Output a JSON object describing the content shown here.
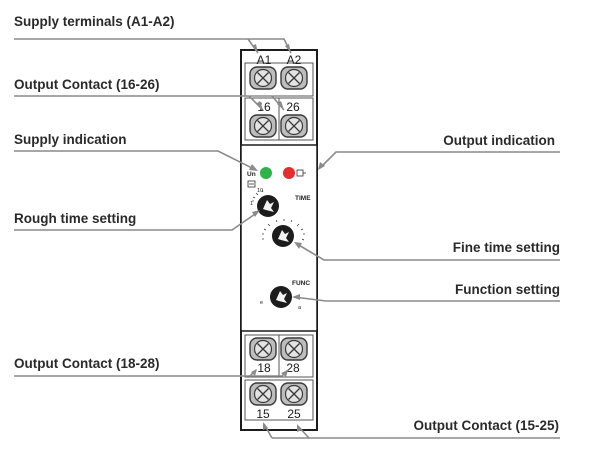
{
  "labels": {
    "supply_terminals": "Supply terminals (A1-A2)",
    "output_contact_16_26": "Output Contact (16-26)",
    "supply_indication": "Supply indication",
    "output_indication": "Output indication",
    "rough_time_setting": "Rough time setting",
    "fine_time_setting": "Fine time setting",
    "function_setting": "Function setting",
    "output_contact_18_28": "Output Contact (18-28)",
    "output_contact_15_25": "Output Contact (15-25)"
  },
  "terminals": {
    "a1": "A1",
    "a2": "A2",
    "t16": "16",
    "t26": "26",
    "t18": "18",
    "t28": "28",
    "t15": "15",
    "t25": "25"
  },
  "front_panel": {
    "un": "Un",
    "time": "TIME",
    "func": "FUNC",
    "rough_top": "10",
    "rough_left": "1",
    "func_left": "e",
    "func_right": "a"
  },
  "colors": {
    "supply_led": "#2fb24a",
    "output_led": "#e52d2d"
  }
}
